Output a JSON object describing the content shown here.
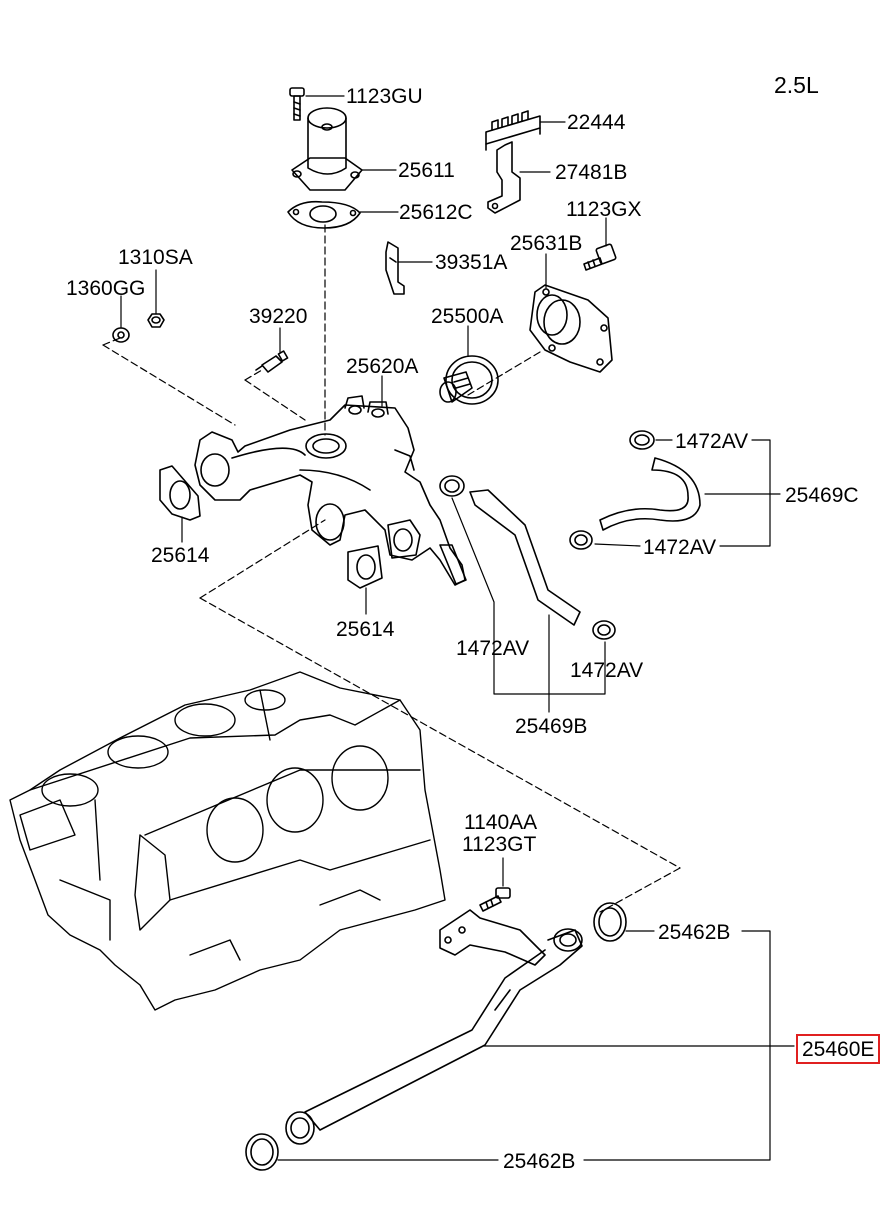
{
  "engine": "2.5L",
  "labels": {
    "bolt_top": "1123GU",
    "outlet_fitting": "25611",
    "outlet_gasket": "25612C",
    "connector": "22444",
    "bracket": "27481B",
    "bolt_right": "1123GX",
    "clip": "39351A",
    "thermostat_cover": "25631B",
    "washer": "1310SA",
    "gasket_small": "1360GG",
    "sensor": "39220",
    "thermostat": "25500A",
    "inlet_fitting": "25620A",
    "clamp_upper_right": "1472AV",
    "hose_right": "25469C",
    "clamp_lower_right": "1472AV",
    "gasket_left": "25614",
    "gasket_mid": "25614",
    "clamp_mid_left": "1472AV",
    "clamp_mid_right": "1472AV",
    "hose_mid": "25469B",
    "bolt_pipe_1": "1140AA",
    "bolt_pipe_2": "1123GT",
    "oring_upper": "25462B",
    "pipe": "25460E",
    "oring_lower": "25462B"
  },
  "highlight_color": "#e02020"
}
